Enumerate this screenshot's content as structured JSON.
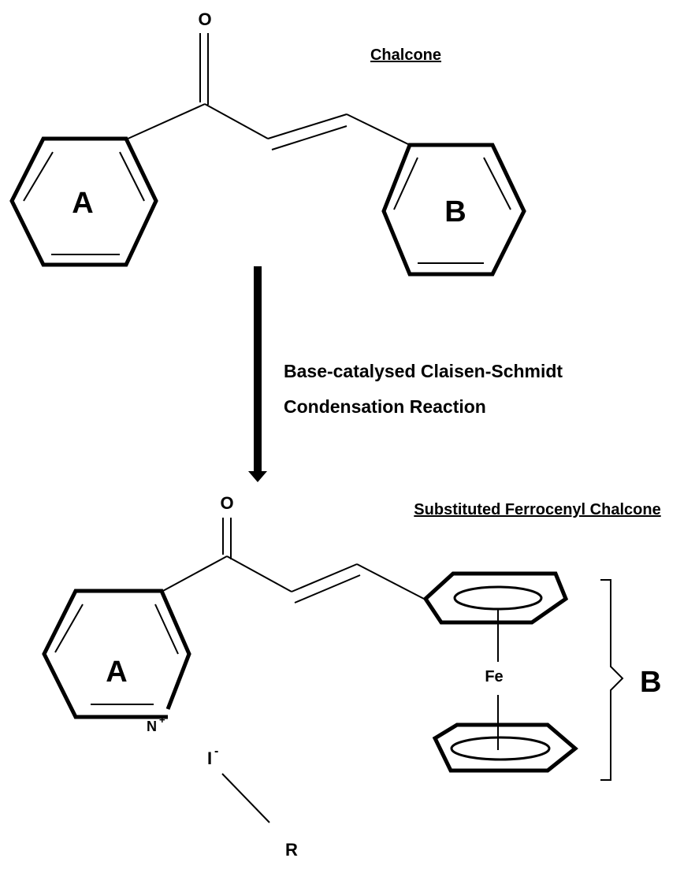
{
  "titles": {
    "top": "Chalcone",
    "bottom": "Substituted Ferrocenyl Chalcone"
  },
  "reaction": {
    "line1": "Base-catalysed Claisen-Schmidt",
    "line2": "Condensation Reaction"
  },
  "chalcone": {
    "oxygen": "O",
    "ring_a": "A",
    "ring_b": "B"
  },
  "product": {
    "oxygen": "O",
    "ring_a": "A",
    "nitrogen": "N",
    "nitrogen_charge": "+",
    "iodide": "I",
    "iodide_charge": "-",
    "r_group": "R",
    "iron": "Fe",
    "bracket_label": "B"
  }
}
